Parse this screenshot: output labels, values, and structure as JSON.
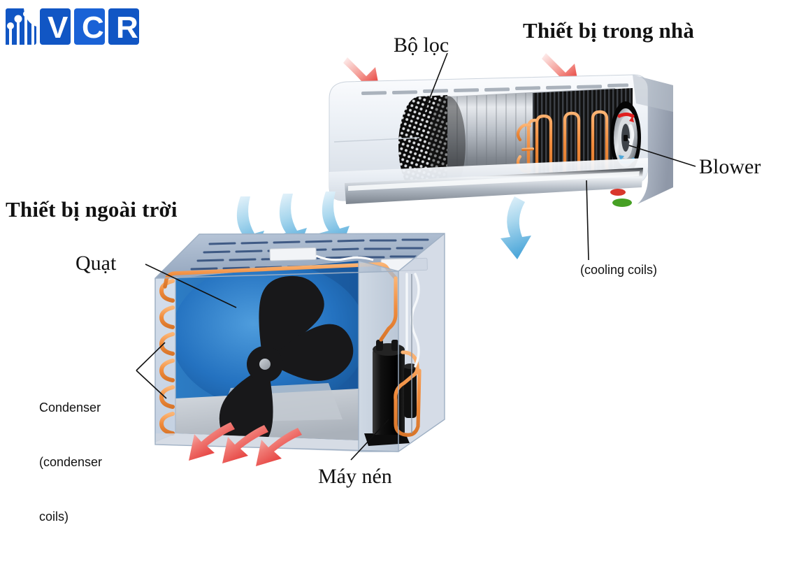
{
  "logo": {
    "name": "vcr-logo",
    "letters": [
      "V",
      "C",
      "R"
    ],
    "color": "#1156c4",
    "mark_alt": "circuit-board-mark"
  },
  "diagram": {
    "title_indoor": "Thiết bị trong nhà",
    "title_outdoor": "Thiết bị ngoài trời",
    "labels": {
      "filter": "Bộ lọc",
      "blower": "Blower",
      "cooling_coils": "(cooling coils)",
      "fan": "Quạt",
      "compressor": "Máy nén",
      "condenser_line1": "Condenser",
      "condenser_line2": "(condenser",
      "condenser_line3": "coils)"
    },
    "colors": {
      "hot_air_arrow": "#e8262a",
      "cold_air_arrow": "#4fa8da",
      "refrigerant_pipe": "#f08b3c",
      "casing": "#e7ecf2",
      "interior_blue": "#1f6fc4",
      "compressor_black": "#141414",
      "indicator_red": "#d9372c",
      "indicator_green": "#46a024"
    },
    "flow_arrows": {
      "indoor_intake_count": 2,
      "indoor_output_count": 1,
      "outdoor_intake_count": 3,
      "outdoor_exhaust_count": 3
    }
  }
}
